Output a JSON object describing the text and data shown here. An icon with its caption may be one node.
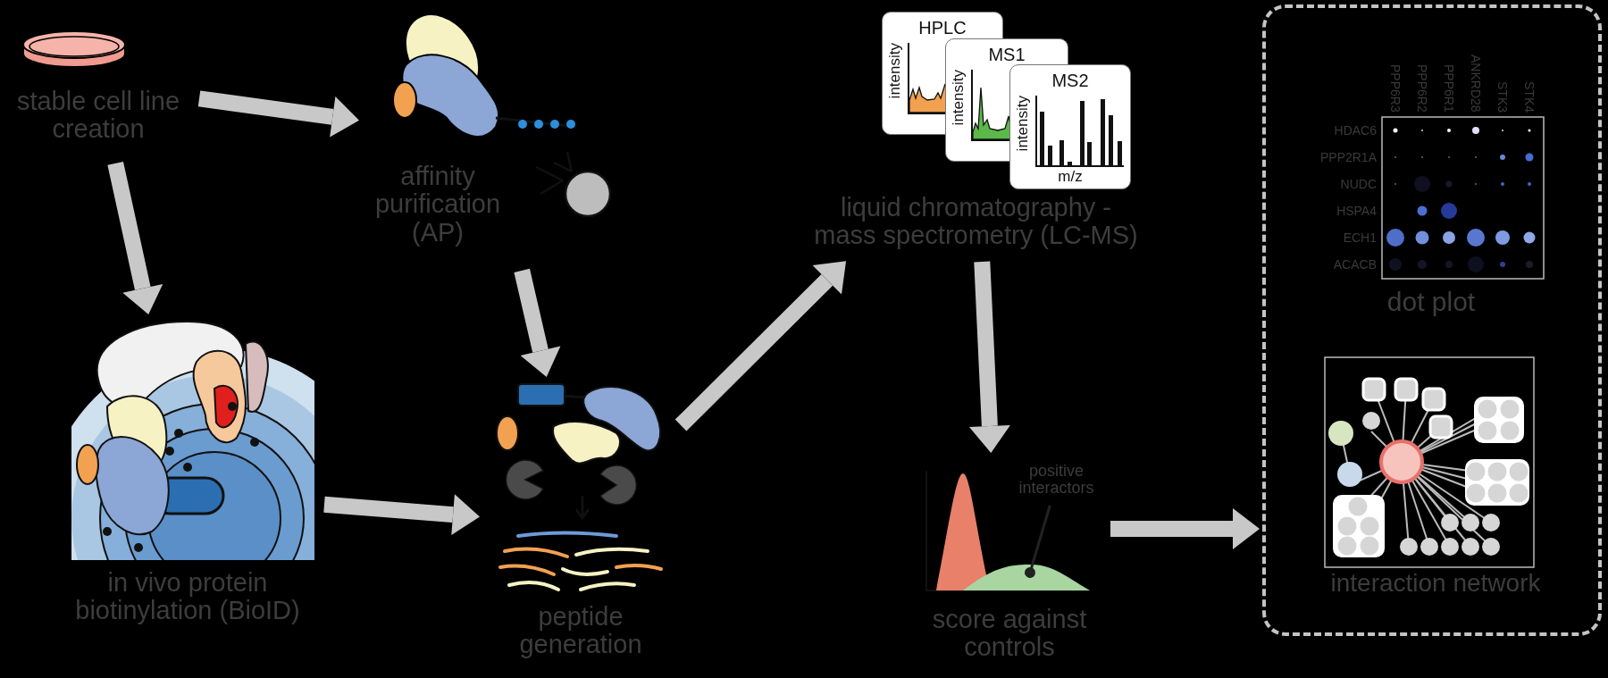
{
  "diagram": {
    "nodes": [
      {
        "text": [
          "stable cell line creation"
        ]
      },
      {
        "text": [
          "affinity purification (AP)"
        ]
      },
      {
        "text": [
          "in vivo protein biotinylation (BioID)"
        ]
      },
      {
        "text": [
          "peptide generation"
        ]
      },
      {
        "text": [
          "liquid chromatography - mass spectrometry (LC-MS)"
        ]
      },
      {
        "text": [
          "score against controls"
        ]
      },
      {
        "text": [],
        "shape": "box"
      },
      {
        "text": [
          "dot plot"
        ],
        "in": 6
      },
      {
        "text": [
          "interaction network"
        ],
        "in": 6
      },
      {
        "text": [
          "positive interactors"
        ],
        "in": 5
      }
    ],
    "edges": [
      {
        "from": 0,
        "to": 1,
        "arrow": "to"
      },
      {
        "from": 0,
        "to": 2,
        "arrow": "to"
      },
      {
        "from": 1,
        "to": 3,
        "arrow": "to"
      },
      {
        "from": 2,
        "to": 3,
        "arrow": "to"
      },
      {
        "from": 3,
        "to": 4,
        "arrow": "to"
      },
      {
        "from": 4,
        "to": 5,
        "arrow": "to"
      },
      {
        "from": 5,
        "to": 6,
        "arrow": "to"
      },
      {
        "from": 9,
        "to": null,
        "arrow": "other",
        "color": "#222222"
      }
    ],
    "labels": [
      "HPLC",
      "intensity",
      "MS1",
      "intensity",
      "MS2",
      "intensity",
      "m/z",
      "PPP6R3",
      "PPP6R2",
      "PPP6R1",
      "ANKRD28",
      "STK3",
      "STK4",
      "HDAC6",
      "PPP2R1A",
      "NUDC",
      "HSPA4",
      "ECH1",
      "ACACB"
    ]
  }
}
